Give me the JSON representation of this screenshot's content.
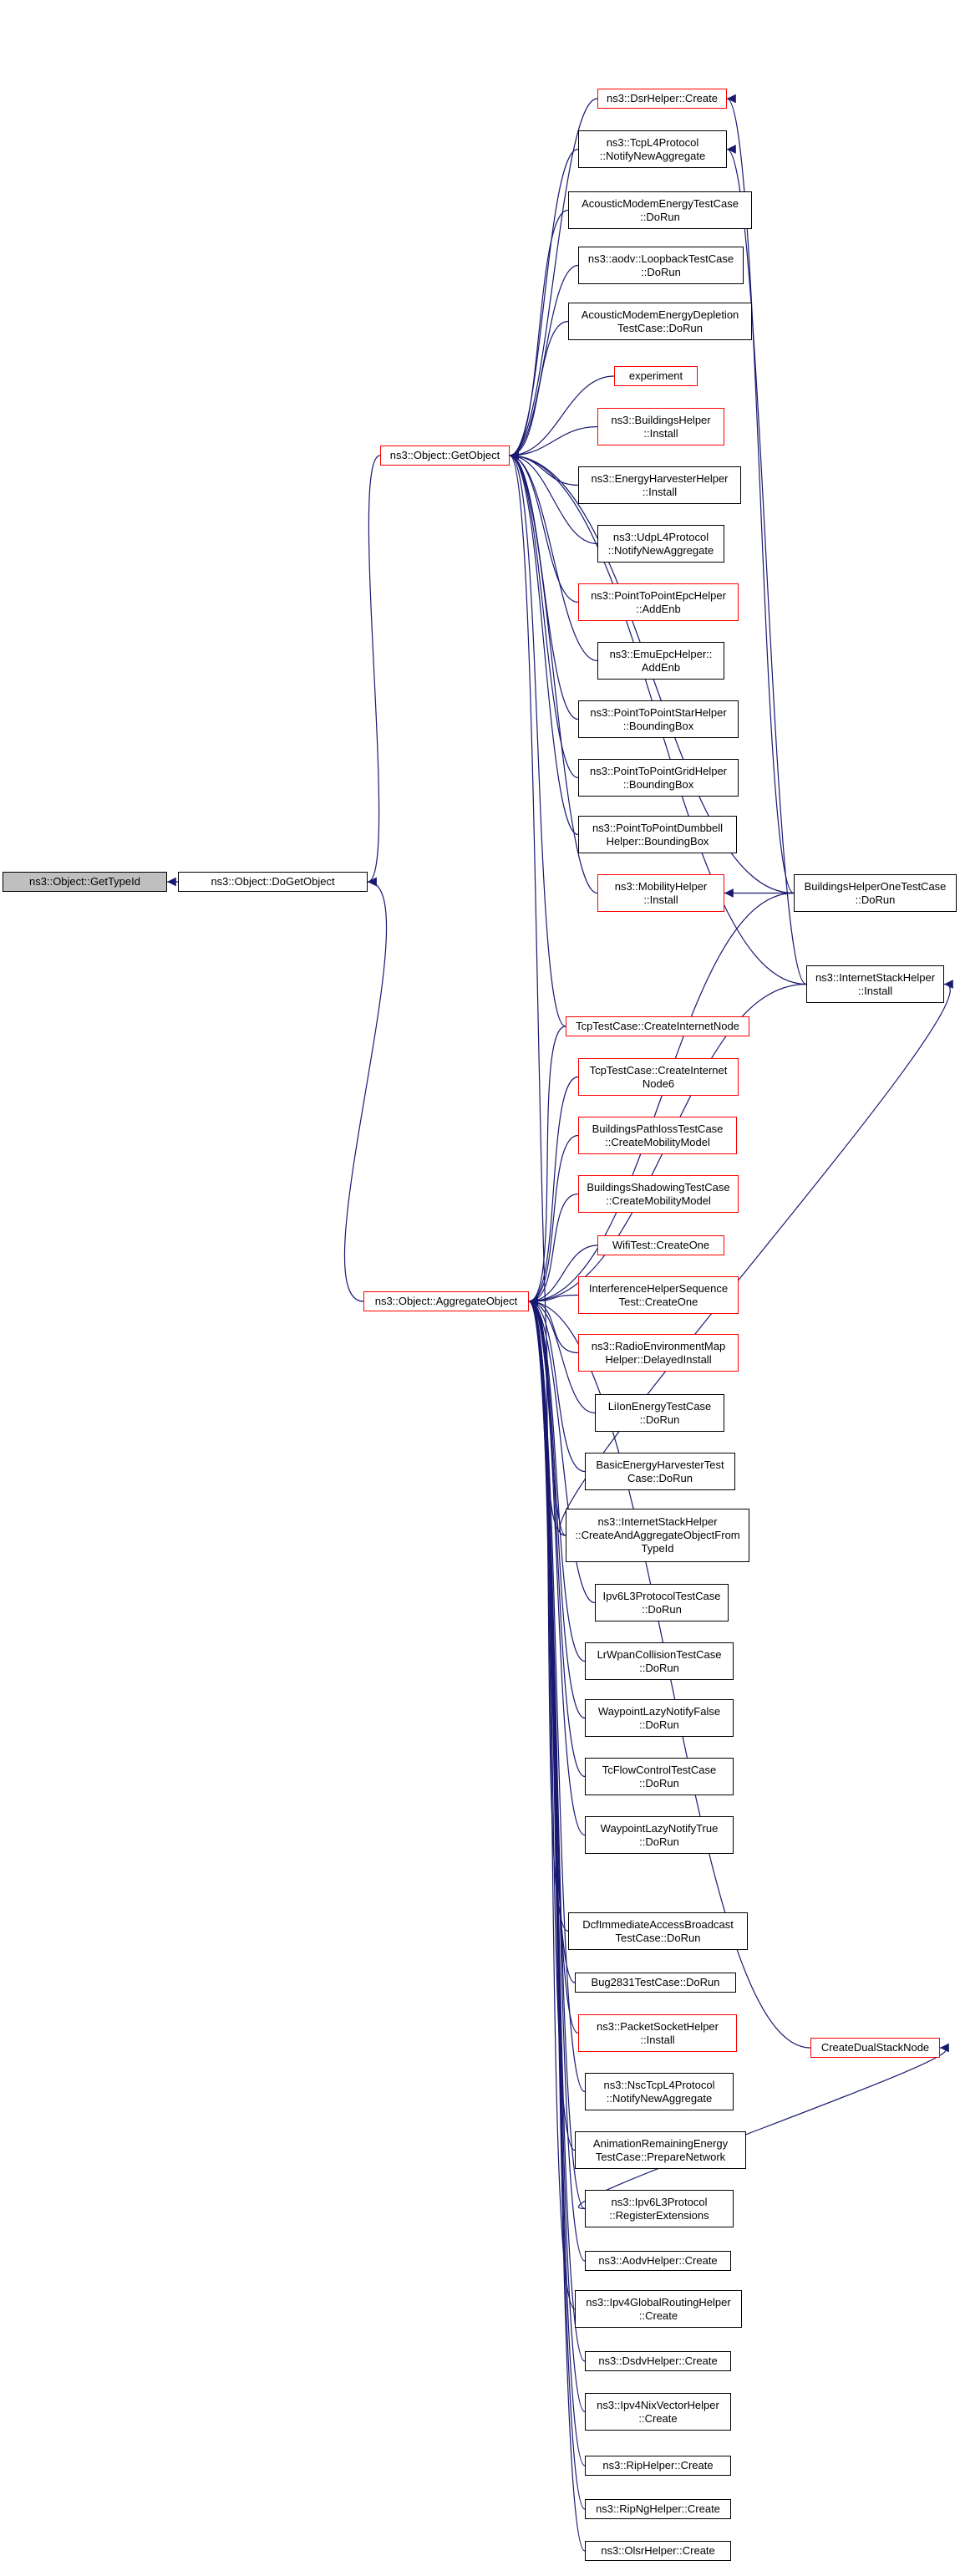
{
  "colors": {
    "edge": "#191970",
    "border": "#000000",
    "linked_border": "#ff0000",
    "root_fill": "#bfbfbf"
  },
  "nodes": [
    {
      "id": "gettypeid",
      "lines": [
        "ns3::Object::GetTypeId"
      ],
      "root": true
    },
    {
      "id": "dogetobject",
      "lines": [
        "ns3::Object::DoGetObject"
      ]
    },
    {
      "id": "getobject",
      "lines": [
        "ns3::Object::GetObject"
      ],
      "red": true
    },
    {
      "id": "aggregateobject",
      "lines": [
        "ns3::Object::AggregateObject"
      ],
      "red": true
    },
    {
      "id": "dsrhelper",
      "lines": [
        "ns3::DsrHelper::Create"
      ],
      "red": true
    },
    {
      "id": "tcpl4",
      "lines": [
        "ns3::TcpL4Protocol",
        "::NotifyNewAggregate"
      ]
    },
    {
      "id": "acousticmodem",
      "lines": [
        "AcousticModemEnergyTestCase",
        "::DoRun"
      ]
    },
    {
      "id": "aodvloopback",
      "lines": [
        "ns3::aodv::LoopbackTestCase",
        "::DoRun"
      ]
    },
    {
      "id": "acousticdepletion",
      "lines": [
        "AcousticModemEnergyDepletion",
        "TestCase::DoRun"
      ]
    },
    {
      "id": "experiment",
      "lines": [
        "experiment"
      ],
      "red": true
    },
    {
      "id": "buildingshelper",
      "lines": [
        "ns3::BuildingsHelper",
        "::Install"
      ],
      "red": true
    },
    {
      "id": "energyharvester",
      "lines": [
        "ns3::EnergyHarvesterHelper",
        "::Install"
      ]
    },
    {
      "id": "udpl4",
      "lines": [
        "ns3::UdpL4Protocol",
        "::NotifyNewAggregate"
      ]
    },
    {
      "id": "p2pepc",
      "lines": [
        "ns3::PointToPointEpcHelper",
        "::AddEnb"
      ],
      "red": true
    },
    {
      "id": "emuepc",
      "lines": [
        "ns3::EmuEpcHelper::",
        "AddEnb"
      ]
    },
    {
      "id": "p2pstar",
      "lines": [
        "ns3::PointToPointStarHelper",
        "::BoundingBox"
      ]
    },
    {
      "id": "p2pgrid",
      "lines": [
        "ns3::PointToPointGridHelper",
        "::BoundingBox"
      ]
    },
    {
      "id": "p2pdumbbell",
      "lines": [
        "ns3::PointToPointDumbbell",
        "Helper::BoundingBox"
      ]
    },
    {
      "id": "mobilityhelper",
      "lines": [
        "ns3::MobilityHelper",
        "::Install"
      ],
      "red": true
    },
    {
      "id": "buildingsonetest",
      "lines": [
        "BuildingsHelperOneTestCase",
        "::DoRun"
      ]
    },
    {
      "id": "internetstackinstall",
      "lines": [
        "ns3::InternetStackHelper",
        "::Install"
      ]
    },
    {
      "id": "tcpcreate",
      "lines": [
        "TcpTestCase::CreateInternetNode"
      ],
      "red": true
    },
    {
      "id": "tcpcreate6",
      "lines": [
        "TcpTestCase::CreateInternet",
        "Node6"
      ],
      "red": true
    },
    {
      "id": "pathloss",
      "lines": [
        "BuildingsPathlossTestCase",
        "::CreateMobilityModel"
      ],
      "red": true
    },
    {
      "id": "shadowing",
      "lines": [
        "BuildingsShadowingTestCase",
        "::CreateMobilityModel"
      ],
      "red": true
    },
    {
      "id": "wifitest",
      "lines": [
        "WifiTest::CreateOne"
      ],
      "red": true
    },
    {
      "id": "interference",
      "lines": [
        "InterferenceHelperSequence",
        "Test::CreateOne"
      ],
      "red": true
    },
    {
      "id": "remhelper",
      "lines": [
        "ns3::RadioEnvironmentMap",
        "Helper::DelayedInstall"
      ],
      "red": true
    },
    {
      "id": "liion",
      "lines": [
        "LiIonEnergyTestCase",
        "::DoRun"
      ]
    },
    {
      "id": "basicharvester",
      "lines": [
        "BasicEnergyHarvesterTest",
        "Case::DoRun"
      ]
    },
    {
      "id": "createandaggregate",
      "lines": [
        "ns3::InternetStackHelper",
        "::CreateAndAggregateObjectFrom",
        "TypeId"
      ]
    },
    {
      "id": "ipv6l3test",
      "lines": [
        "Ipv6L3ProtocolTestCase",
        "::DoRun"
      ]
    },
    {
      "id": "lrwpan",
      "lines": [
        "LrWpanCollisionTestCase",
        "::DoRun"
      ]
    },
    {
      "id": "waypointfalse",
      "lines": [
        "WaypointLazyNotifyFalse",
        "::DoRun"
      ]
    },
    {
      "id": "tcflow",
      "lines": [
        "TcFlowControlTestCase",
        "::DoRun"
      ]
    },
    {
      "id": "waypointtrue",
      "lines": [
        "WaypointLazyNotifyTrue",
        "::DoRun"
      ]
    },
    {
      "id": "dcfimmediate",
      "lines": [
        "DcfImmediateAccessBroadcast",
        "TestCase::DoRun"
      ]
    },
    {
      "id": "bug2831",
      "lines": [
        "Bug2831TestCase::DoRun"
      ]
    },
    {
      "id": "packetsocket",
      "lines": [
        "ns3::PacketSocketHelper",
        "::Install"
      ],
      "red": true
    },
    {
      "id": "nsctcpl4",
      "lines": [
        "ns3::NscTcpL4Protocol",
        "::NotifyNewAggregate"
      ]
    },
    {
      "id": "animationenergy",
      "lines": [
        "AnimationRemainingEnergy",
        "TestCase::PrepareNetwork"
      ]
    },
    {
      "id": "ipv6l3register",
      "lines": [
        "ns3::Ipv6L3Protocol",
        "::RegisterExtensions"
      ]
    },
    {
      "id": "aodvhelper",
      "lines": [
        "ns3::AodvHelper::Create"
      ]
    },
    {
      "id": "ipv4global",
      "lines": [
        "ns3::Ipv4GlobalRoutingHelper",
        "::Create"
      ]
    },
    {
      "id": "dsdvhelper",
      "lines": [
        "ns3::DsdvHelper::Create"
      ]
    },
    {
      "id": "ipv4nix",
      "lines": [
        "ns3::Ipv4NixVectorHelper",
        "::Create"
      ]
    },
    {
      "id": "riphelper",
      "lines": [
        "ns3::RipHelper::Create"
      ]
    },
    {
      "id": "ripnghelper",
      "lines": [
        "ns3::RipNgHelper::Create"
      ]
    },
    {
      "id": "olsrhelper",
      "lines": [
        "ns3::OlsrHelper::Create"
      ]
    },
    {
      "id": "createdualstack",
      "lines": [
        "CreateDualStackNode"
      ],
      "red": true
    }
  ],
  "edges": [
    [
      "dogetobject",
      "gettypeid"
    ],
    [
      "getobject",
      "dogetobject"
    ],
    [
      "aggregateobject",
      "dogetobject"
    ],
    [
      "mobilityhelper",
      "getobject"
    ],
    [
      "buildingsonetest",
      "mobilityhelper"
    ],
    [
      "createandaggregate",
      "internetstackinstall"
    ],
    [
      "createdualstack",
      "aggregateobject"
    ],
    [
      "ipv6l3register",
      "createdualstack"
    ]
  ]
}
